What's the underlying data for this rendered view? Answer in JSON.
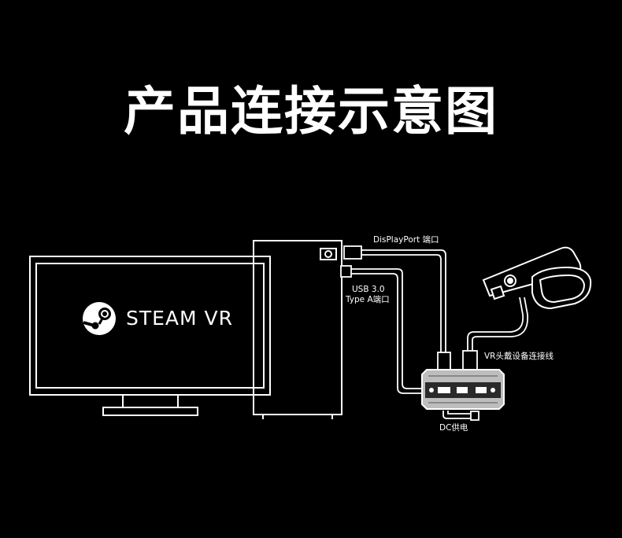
{
  "title": "产品连接示意图",
  "monitor": {
    "screen_text": "STEAM VR",
    "logo_icon": "steam-logo-icon"
  },
  "labels": {
    "displayport": "DisPlayPort 端口",
    "usb_line1": "USB 3.0",
    "usb_line2": "Type A端口",
    "vr_cable": "VR头戴设备连接线",
    "dc_power": "DC供电"
  },
  "colors": {
    "background": "#000000",
    "line": "#ffffff",
    "panel": "#bdbdbd"
  }
}
